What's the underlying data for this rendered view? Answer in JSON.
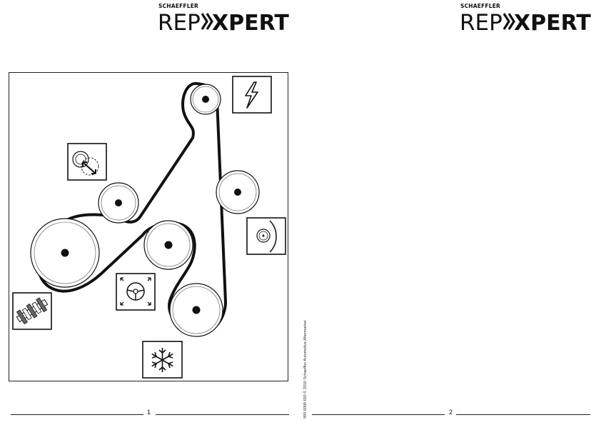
{
  "brand": {
    "company": "SCHAEFFLER",
    "product_left": "REP",
    "product_right": "XPERT"
  },
  "pages": [
    {
      "number": "1"
    },
    {
      "number": "2"
    }
  ],
  "side_note": "999 6008 650 © 2016 Schaeffler Automotive Aftermarket",
  "diagram": {
    "icons": [
      "alternator-icon",
      "tensioner-icon",
      "water-pump-icon",
      "crankshaft-icon",
      "power-steering-icon",
      "air-conditioning-icon"
    ]
  }
}
